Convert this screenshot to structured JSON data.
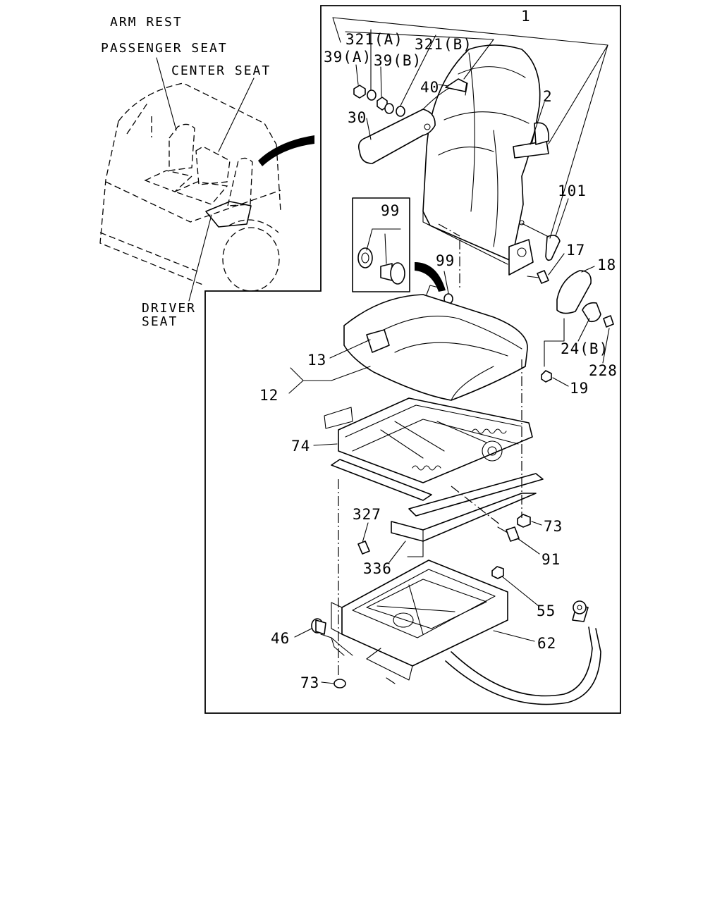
{
  "captions": {
    "arm_rest": "ARM REST",
    "passenger_seat": "PASSENGER SEAT",
    "center_seat": "CENTER SEAT",
    "driver_seat_line1": "DRIVER",
    "driver_seat_line2": "SEAT"
  },
  "callouts": {
    "p1": "1",
    "p2": "2",
    "p321a": "321(A)",
    "p321b": "321(B)",
    "p39a": "39(A)",
    "p39b": "39(B)",
    "p40": "40",
    "p30": "30",
    "p101": "101",
    "p17": "17",
    "p18": "18",
    "p99a": "99",
    "p99b": "99",
    "p13": "13",
    "p12": "12",
    "p24b": "24(B)",
    "p228": "228",
    "p19": "19",
    "p74": "74",
    "p327": "327",
    "p73a": "73",
    "p91": "91",
    "p336": "336",
    "p55": "55",
    "p46": "46",
    "p62": "62",
    "p73b": "73"
  }
}
